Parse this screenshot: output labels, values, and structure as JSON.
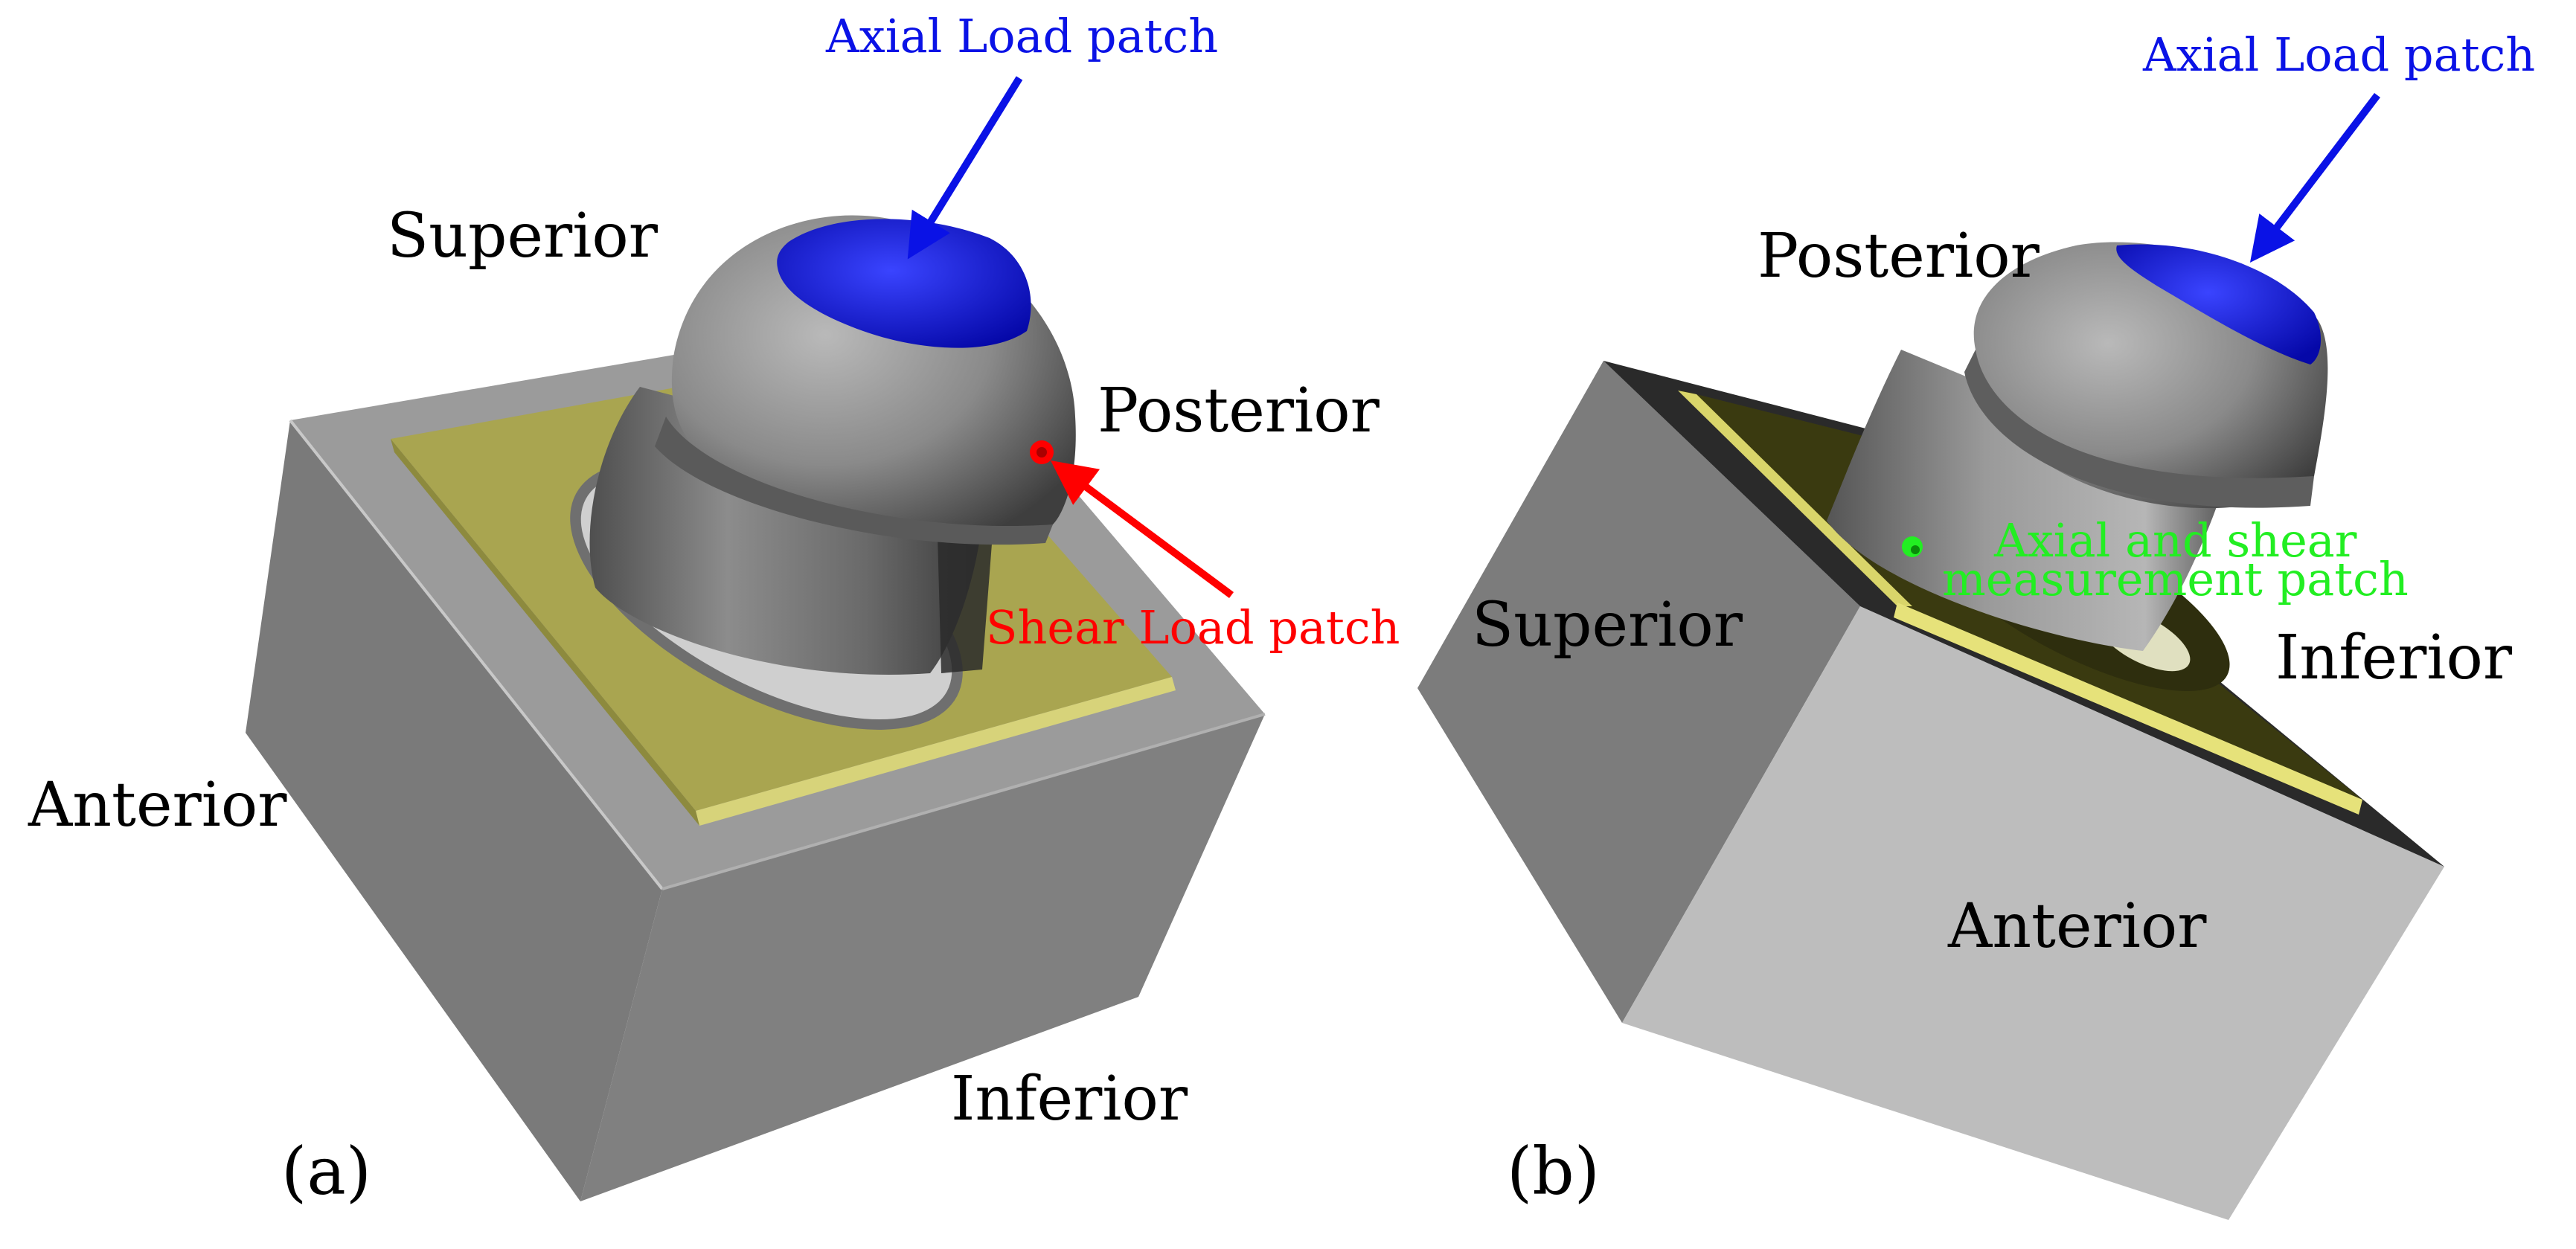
{
  "panel_a": {
    "caption": "(a)",
    "directions": {
      "superior": "Superior",
      "posterior": "Posterior",
      "anterior": "Anterior",
      "inferior": "Inferior"
    },
    "axial_load_label": "Axial Load patch",
    "shear_load_label": "Shear Load patch"
  },
  "panel_b": {
    "caption": "(b)",
    "directions": {
      "posterior": "Posterior",
      "superior": "Superior",
      "inferior": "Inferior",
      "anterior": "Anterior"
    },
    "axial_load_label": "Axial Load patch",
    "measurement_label_line1": "Axial and shear",
    "measurement_label_line2": "measurement patch"
  },
  "colors": {
    "axial_load": "#0a12e6",
    "shear_load": "#ff0000",
    "measurement": "#22ee22",
    "plate": "#b1ad52",
    "block_light": "#c4c4c4",
    "block_mid": "#999999",
    "block_dark": "#7b7b7b"
  }
}
